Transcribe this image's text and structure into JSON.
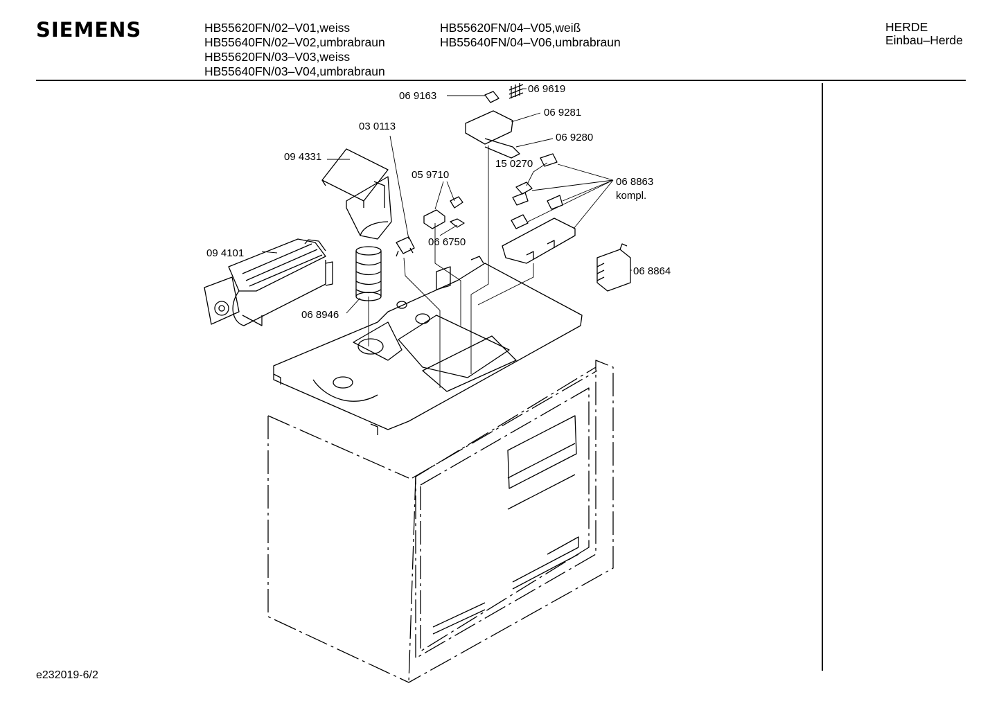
{
  "header": {
    "brand": "SIEMENS",
    "models_left": [
      "HB55620FN/02–V01,weiss",
      "HB55640FN/02–V02,umbrabraun",
      "HB55620FN/03–V03,weiss",
      "HB55640FN/03–V04,umbrabraun"
    ],
    "models_right": [
      "HB55620FN/04–V05,weiß",
      "HB55640FN/04–V06,umbrabraun"
    ],
    "category": "HERDE",
    "subcategory": "Einbau–Herde"
  },
  "parts": {
    "p069163": "06 9163",
    "p069619": "06 9619",
    "p069281": "06 9281",
    "p069280": "06 9280",
    "p030113": "03 0113",
    "p094331": "09 4331",
    "p150270": "15 0270",
    "p059710": "05 9710",
    "p068863": "06 8863",
    "p068863_note": "kompl.",
    "p066750": "06 6750",
    "p094101": "09 4101",
    "p068864": "06 8864",
    "p068946": "06 8946"
  },
  "footer": {
    "doc_id": "e232019-6/2"
  }
}
